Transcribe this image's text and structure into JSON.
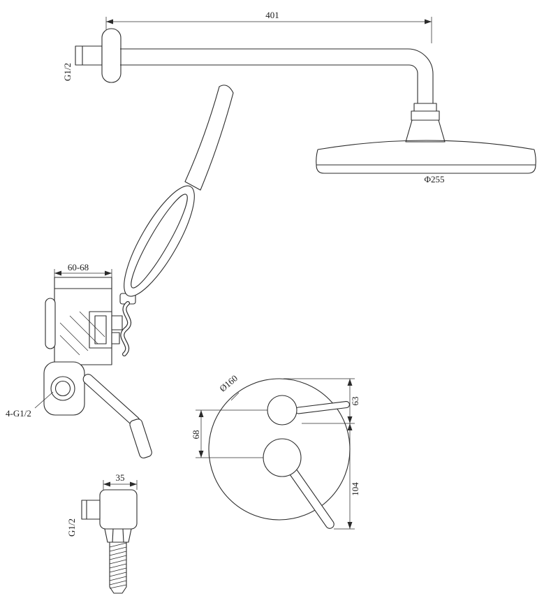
{
  "labels": {
    "arm_length": "401",
    "arm_thread": "G1/2",
    "head_diameter": "Φ255",
    "valve_width": "60-68",
    "valve_ports": "4-G1/2",
    "plate_diameter": "Ø160",
    "plate_top_offset": "63",
    "plate_handle_spacing": "68",
    "plate_bottom_offset": "104",
    "outlet_width": "35",
    "outlet_thread": "G1/2"
  }
}
